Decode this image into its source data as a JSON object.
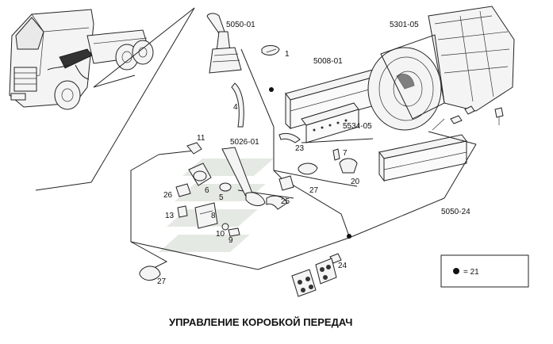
{
  "title": "УПРАВЛЕНИЕ КОРОБКОЙ ПЕРЕДАЧ",
  "legend": {
    "text": "= 21"
  },
  "callouts": {
    "c5050_01": "5050-01",
    "c5301_05": "5301-05",
    "c5008_01": "5008-01",
    "c5534_05": "5534-05",
    "c5026_01": "5026-01",
    "c5050_24": "5050-24",
    "c1": "1",
    "c4": "4",
    "c23": "23",
    "c11": "11",
    "c6": "6",
    "c5": "5",
    "c26": "26",
    "c13": "13",
    "c8": "8",
    "c10": "10",
    "c9": "9",
    "c7": "7",
    "c20": "20",
    "c27a": "27",
    "c25": "25",
    "c27b": "27",
    "c24": "24"
  }
}
